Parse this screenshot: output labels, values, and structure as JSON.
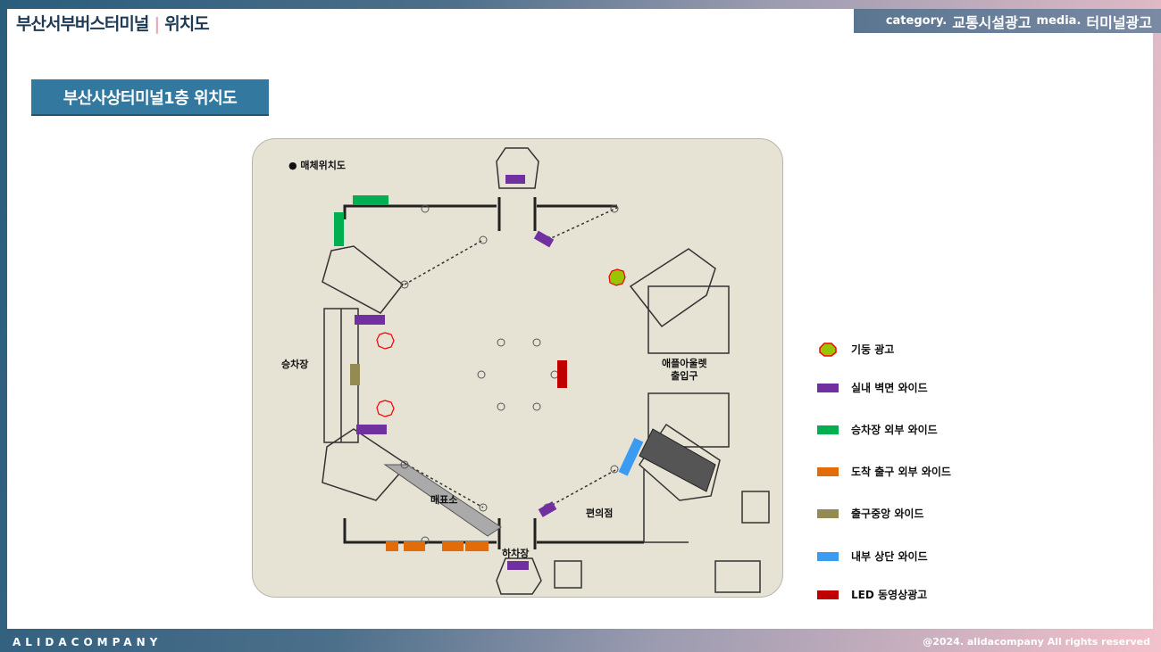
{
  "header": {
    "title": "부산서부버스터미널",
    "divider": "|",
    "title_suffix": "위치도",
    "category_label": "category.",
    "category": "교통시설광고",
    "media_label": "media.",
    "media": "터미널광고"
  },
  "section_title": "부산사상터미널1층 위치도",
  "map": {
    "caption": "● 매체위치도",
    "labels": {
      "boarding": "승차장",
      "outlet": "애플아울렛\n출입구",
      "ticket": "매표소",
      "store": "편의점",
      "alighting": "하차장"
    }
  },
  "legend": [
    {
      "label": "기둥 광고",
      "color": "#9bc400",
      "shape": "octagon"
    },
    {
      "label": "실내 벽면 와이드",
      "color": "#7030a0"
    },
    {
      "label": "승차장 외부 와이드",
      "color": "#00b050"
    },
    {
      "label": "도착 출구 외부  와이드",
      "color": "#e36c09"
    },
    {
      "label": "출구중앙 와이드",
      "color": "#948a54"
    },
    {
      "label": "내부 상단 와이드",
      "color": "#3a9bf0"
    },
    {
      "label": "LED 동영상광고",
      "color": "#c00000"
    }
  ],
  "footer": {
    "brand": "ALIDACOMPANY",
    "copyright": "@2024. alidacompany All rights reserved"
  }
}
